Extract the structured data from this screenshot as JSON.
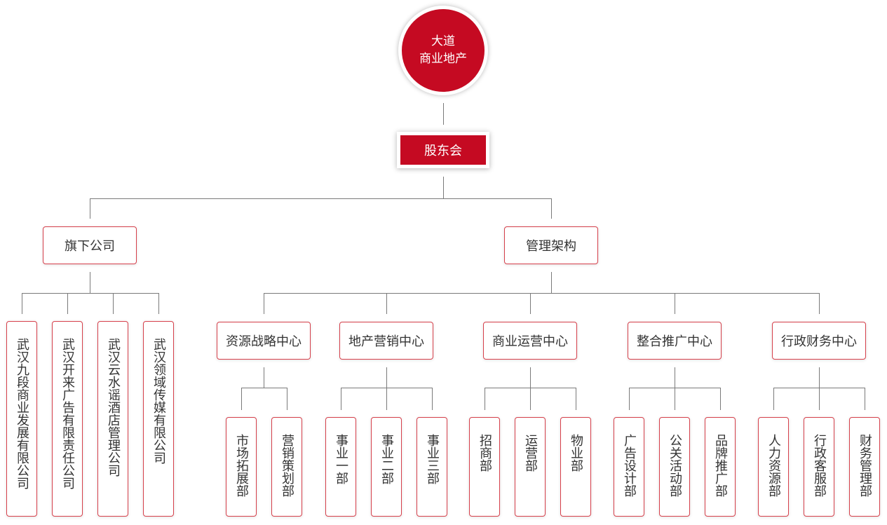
{
  "root": {
    "name_line1": "大道",
    "name_line2": "商业地产"
  },
  "shareholders": {
    "label": "股东会"
  },
  "subsidiaries": {
    "label": "旗下公司",
    "companies": [
      "武汉九段商业发展有限公司",
      "武汉开来广告有限责任公司",
      "武汉云水谣酒店管理公司",
      "武汉领域传媒有限公司"
    ]
  },
  "management": {
    "label": "管理架构",
    "centers": [
      {
        "label": "资源战略中心",
        "departments": [
          "市场拓展部",
          "营销策划部"
        ]
      },
      {
        "label": "地产营销中心",
        "departments": [
          "事业一部",
          "事业二部",
          "事业三部"
        ]
      },
      {
        "label": "商业运营中心",
        "departments": [
          "招商部",
          "运营部",
          "物业部"
        ]
      },
      {
        "label": "整合推广中心",
        "departments": [
          "广告设计部",
          "公关活动部",
          "品牌推广部"
        ]
      },
      {
        "label": "行政财务中心",
        "departments": [
          "人力资源部",
          "行政客服部",
          "财务管理部"
        ]
      }
    ]
  },
  "colors": {
    "accent": "#c50a22",
    "border": "#d6404b",
    "line": "#7a7a7a",
    "text": "#333333"
  }
}
